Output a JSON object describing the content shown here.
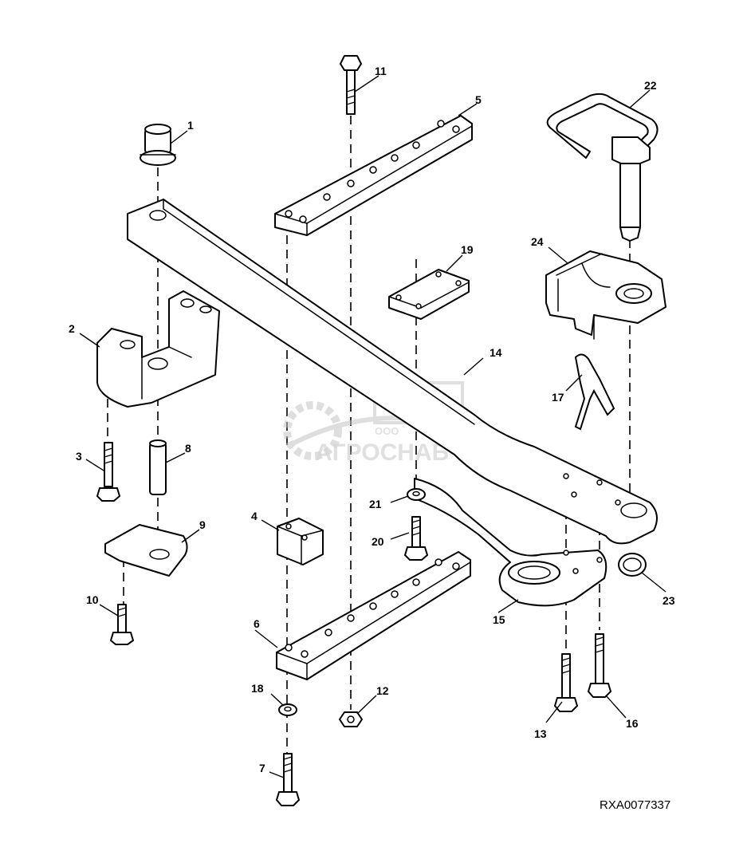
{
  "diagram": {
    "reference_code": "RXA0077337",
    "watermark": {
      "line1": "ООО",
      "line2": "АГРОСНАБ"
    },
    "callouts": [
      "1",
      "2",
      "3",
      "4",
      "5",
      "6",
      "7",
      "8",
      "9",
      "10",
      "11",
      "12",
      "13",
      "14",
      "15",
      "16",
      "17",
      "18",
      "19",
      "20",
      "21",
      "22",
      "23",
      "24"
    ]
  }
}
